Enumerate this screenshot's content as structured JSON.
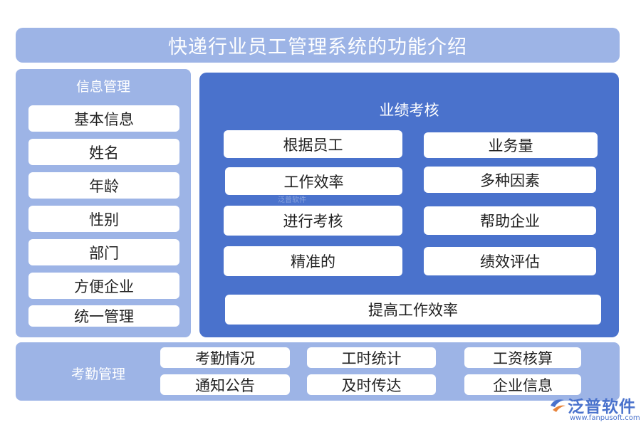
{
  "title": "快递行业员工管理系统的功能介绍",
  "info_panel": {
    "heading": "信息管理",
    "items": [
      "基本信息",
      "姓名",
      "年龄",
      "性别",
      "部门",
      "方便企业",
      "统一管理"
    ]
  },
  "performance_panel": {
    "heading": "业绩考核",
    "left_items": [
      "根据员工",
      "工作效率",
      "进行考核",
      "精准的"
    ],
    "right_items": [
      "业务量",
      "多种因素",
      "帮助企业",
      "绩效评估"
    ],
    "bottom_item": "提高工作效率"
  },
  "attendance_panel": {
    "heading": "考勤管理",
    "row1": [
      "考勤情况",
      "工时统计",
      "工资核算"
    ],
    "row2": [
      "通知公告",
      "及时传达",
      "企业信息"
    ]
  },
  "watermark": "泛普软件",
  "logo": {
    "name": "泛普软件",
    "url": "www.fanpusoft.com"
  },
  "colors": {
    "light_blue": "#9db4e6",
    "dark_blue": "#4a72cc",
    "white": "#ffffff"
  }
}
